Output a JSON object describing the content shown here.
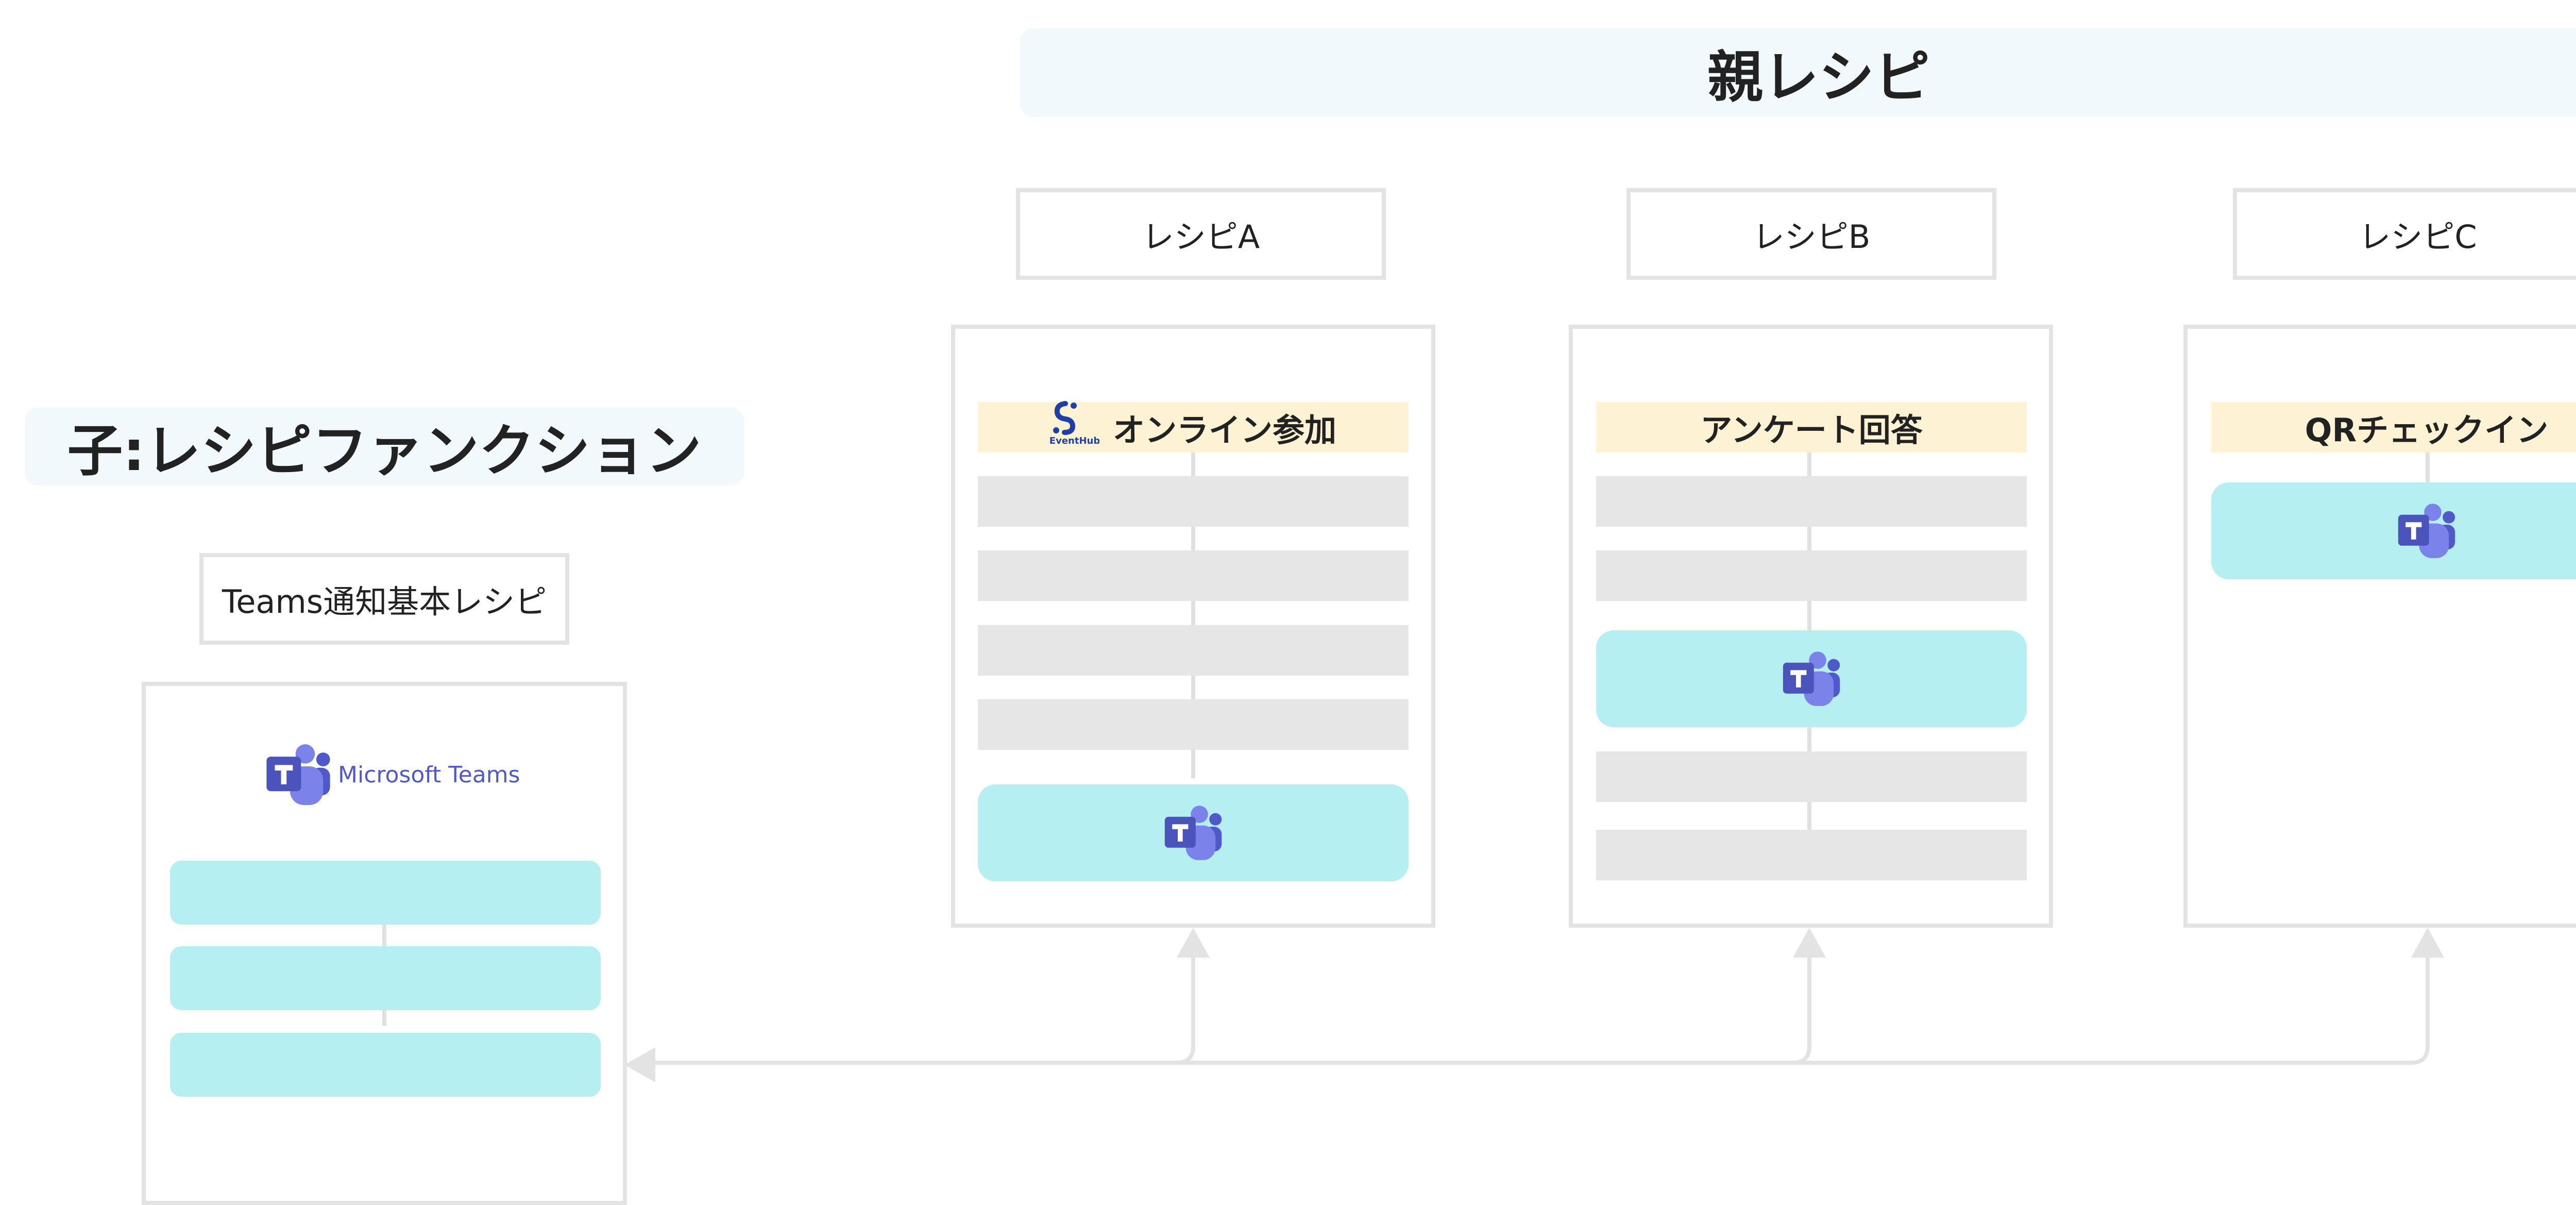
{
  "parent_title": "親レシピ",
  "child_title": "子:レシピファンクション",
  "child_recipe": {
    "label": "Teams通知基本レシピ",
    "logo_text": "Microsoft Teams"
  },
  "recipes": [
    {
      "label": "レシピA",
      "trigger": "オンライン参加",
      "trigger_app": "EventHub"
    },
    {
      "label": "レシピB",
      "trigger": "アンケート回答"
    },
    {
      "label": "レシピC",
      "trigger": "QRチェックイン"
    }
  ],
  "colors": {
    "teams_purple": "#5059c9",
    "teams_purple_light": "#7b83eb",
    "eventhub_blue": "#1f3fa8",
    "trigger_bg": "#fdf3d4",
    "action_bg": "#b5eff2",
    "step_gray": "#e6e6e6",
    "border": "#e3e3e3",
    "banner_bg": "#f2f9fc"
  },
  "icons": {
    "teams": "microsoft-teams-icon",
    "eventhub": "eventhub-logo"
  }
}
